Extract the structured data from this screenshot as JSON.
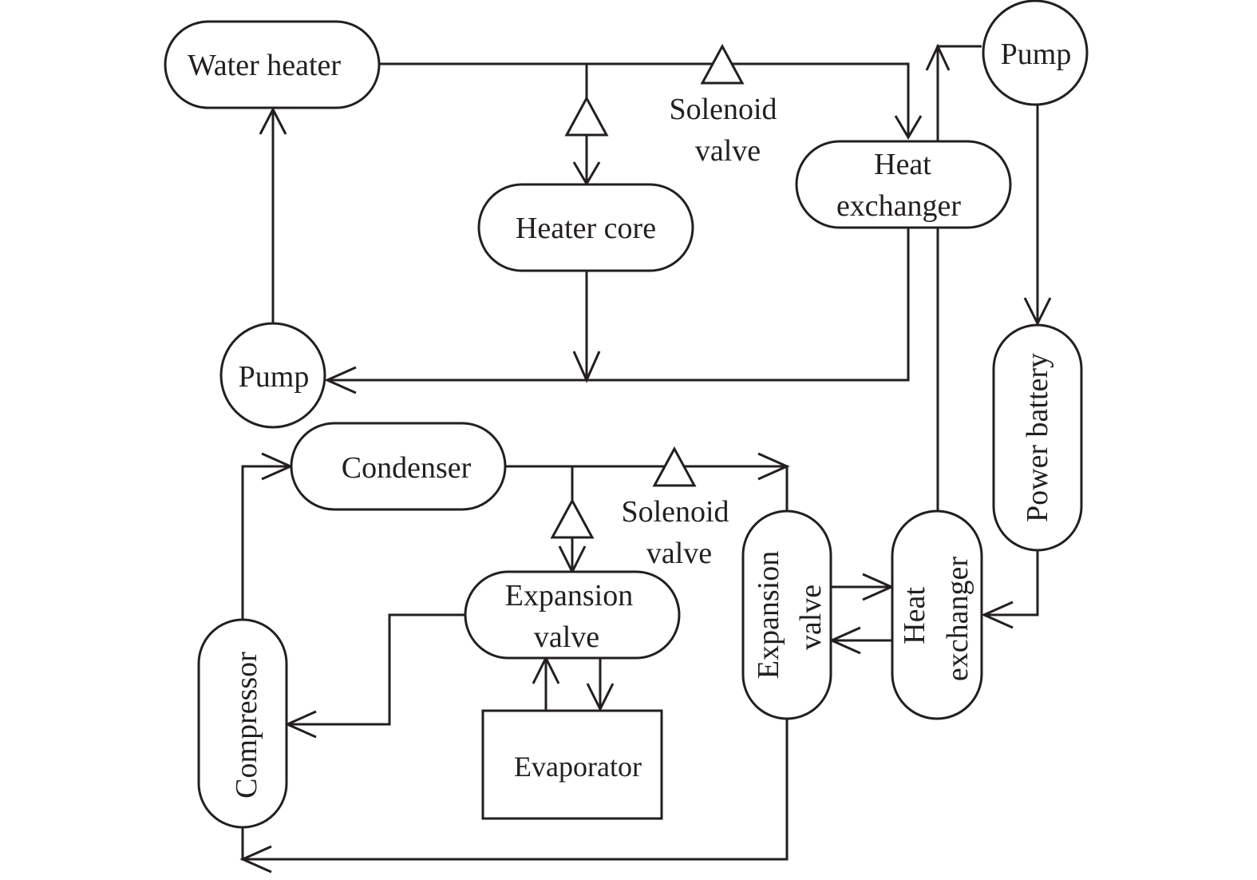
{
  "diagram": {
    "nodes": {
      "water_heater": "Water heater",
      "pump_top_right": "Pump",
      "pump_left": "Pump",
      "heater_core": "Heater core",
      "heat_exchanger_top": [
        "Heat",
        "exchanger"
      ],
      "power_battery": "Power battery",
      "condenser": "Condenser",
      "expansion_valve_center": [
        "Expansion",
        "valve"
      ],
      "evaporator": "Evaporator",
      "compressor": "Compressor",
      "expansion_valve_right": [
        "Expansion",
        "valve"
      ],
      "heat_exchanger_bottom": [
        "Heat",
        "exchanger"
      ]
    },
    "valves": {
      "solenoid_top": [
        "Solenoid",
        "valve"
      ],
      "solenoid_bottom": [
        "Solenoid",
        "valve"
      ]
    }
  }
}
